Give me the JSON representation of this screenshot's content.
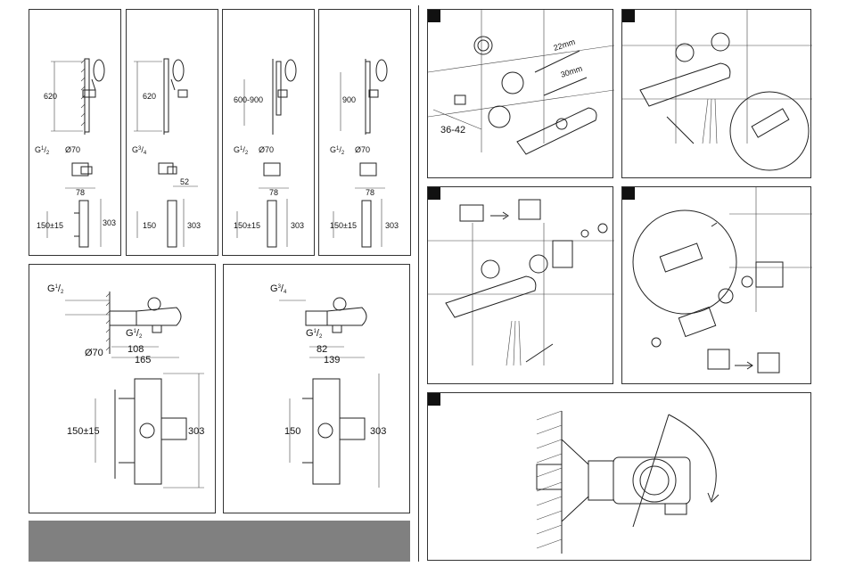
{
  "left_top": [
    {
      "height": "620",
      "thread": "G",
      "thread_num": "1",
      "thread_den": "2",
      "dia": "Ø70",
      "offset": "78",
      "center": "150±15",
      "total": "303"
    },
    {
      "height": "620",
      "thread": "G",
      "thread_num": "3",
      "thread_den": "4",
      "dia": "",
      "offset": "52",
      "center": "150",
      "total": "303"
    },
    {
      "height": "600-900",
      "thread": "G",
      "thread_num": "1",
      "thread_den": "2",
      "dia": "Ø70",
      "offset": "78",
      "center": "150±15",
      "total": "303"
    },
    {
      "height": "900",
      "thread": "G",
      "thread_num": "1",
      "thread_den": "2",
      "dia": "Ø70",
      "offset": "78",
      "center": "150±15",
      "total": "303"
    }
  ],
  "left_bottom": [
    {
      "thread_top": "G",
      "tt_num": "1",
      "tt_den": "2",
      "thread_spout": "G",
      "ts_num": "1",
      "ts_den": "2",
      "dia": "Ø70",
      "d1": "108",
      "d2": "165",
      "center": "150±15",
      "total": "303"
    },
    {
      "thread_top": "G",
      "tt_num": "3",
      "tt_den": "4",
      "thread_spout": "G",
      "ts_num": "1",
      "ts_den": "2",
      "dia": "",
      "d1": "82",
      "d2": "139",
      "center": "150",
      "total": "303"
    }
  ],
  "install": {
    "wrench1": "22mm",
    "wrench2": "30mm",
    "range": "36-42"
  },
  "colors": {
    "footer_bar": "#808080",
    "ink": "#222222"
  }
}
